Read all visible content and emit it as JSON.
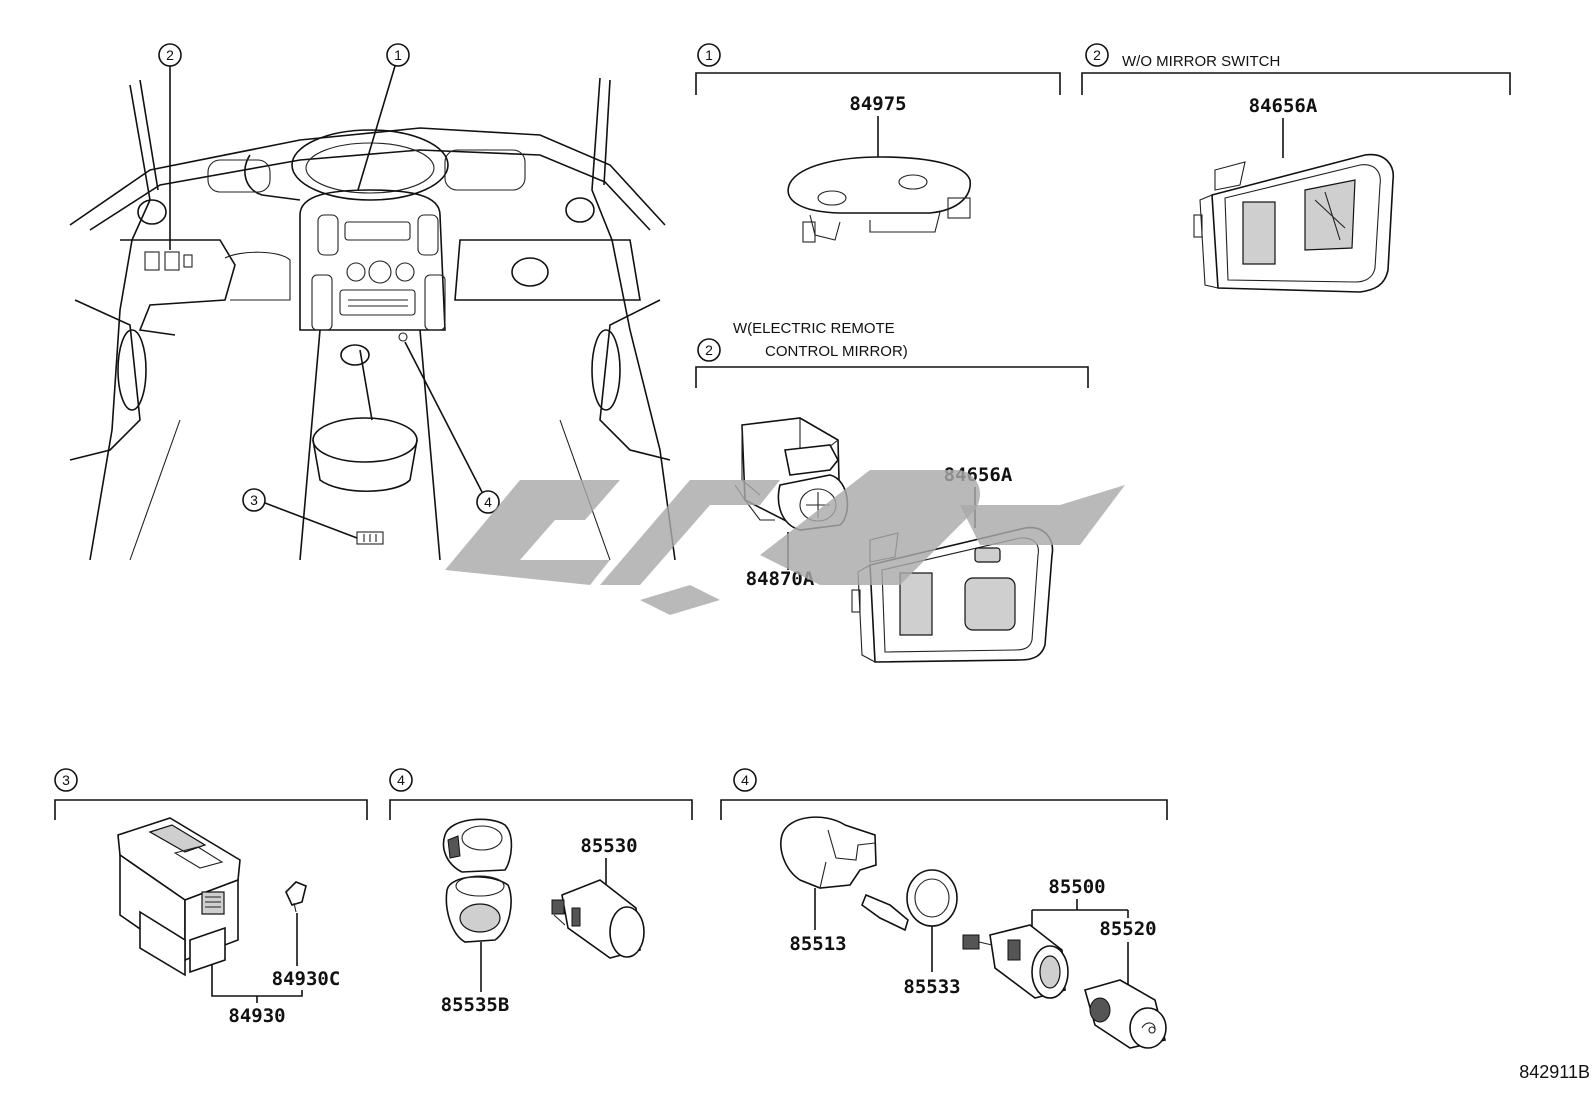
{
  "diagram_id": "842911B",
  "overview": {
    "callouts": [
      "1",
      "2",
      "3",
      "4"
    ]
  },
  "groups": [
    {
      "callout": "1",
      "note": "",
      "parts": [
        "84975"
      ]
    },
    {
      "callout": "2",
      "note": "W/O MIRROR SWITCH",
      "parts": [
        "84656A"
      ]
    },
    {
      "callout": "2",
      "note_line1": "W(ELECTRIC REMOTE",
      "note_line2": "CONTROL MIRROR)",
      "parts": [
        "84870A",
        "84656A"
      ]
    },
    {
      "callout": "3",
      "parts": [
        "84930C",
        "84930"
      ]
    },
    {
      "callout": "4",
      "parts": [
        "85530",
        "85535B"
      ]
    },
    {
      "callout": "4",
      "parts": [
        "85513",
        "85533",
        "85500",
        "85520"
      ]
    }
  ],
  "colors": {
    "line": "#111111",
    "watermark": "#a9a9a9",
    "background": "#ffffff"
  }
}
